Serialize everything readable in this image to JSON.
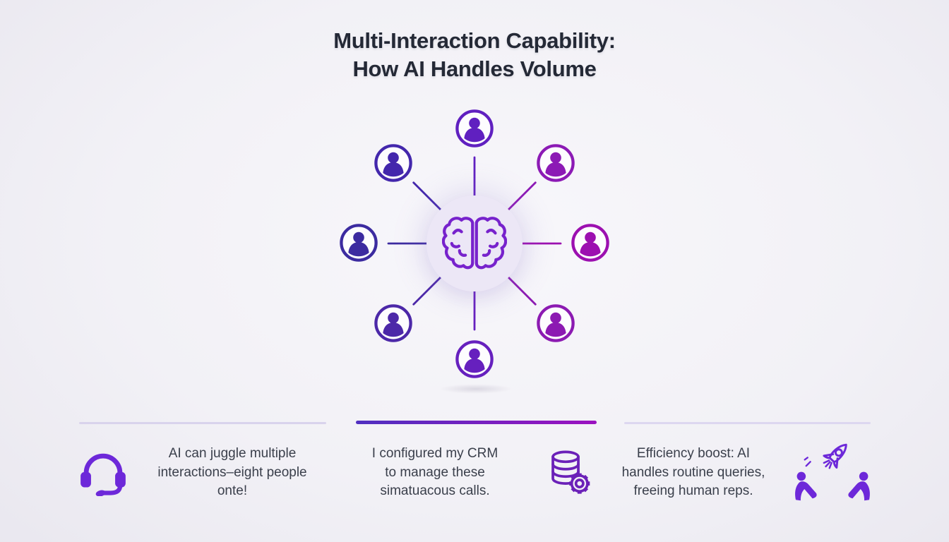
{
  "title": {
    "line1": "Multi-Interaction Capability:",
    "line2": "How AI Handles Volume"
  },
  "network": {
    "center_icon": "brain-icon",
    "hub_fill": "#ece7f6",
    "brain_color": "#7722cc",
    "nodes": [
      {
        "id": "caller-top",
        "icon": "person-icon",
        "color": "#6020c0"
      },
      {
        "id": "caller-top-right",
        "icon": "person-icon",
        "color": "#8c1ab5"
      },
      {
        "id": "caller-right",
        "icon": "person-icon",
        "color": "#9c10b0"
      },
      {
        "id": "caller-bottom-right",
        "icon": "person-icon",
        "color": "#8c1ab2"
      },
      {
        "id": "caller-bottom",
        "icon": "person-icon",
        "color": "#6620be"
      },
      {
        "id": "caller-bottom-left",
        "icon": "person-icon",
        "color": "#4c28a8"
      },
      {
        "id": "caller-left",
        "icon": "person-icon",
        "color": "#3c2ba0"
      },
      {
        "id": "caller-top-left",
        "icon": "person-icon",
        "color": "#4327ac"
      }
    ]
  },
  "footer": {
    "items": [
      {
        "icon": "headset-icon",
        "lines": [
          "AI can juggle multiple",
          "interactions–eight people",
          "onte!"
        ]
      },
      {
        "icon": "database-gear-icon",
        "lines": [
          "I configured my CRM",
          "to manage these",
          "simatuacous calls."
        ]
      },
      {
        "icon": "rocket-relaxing-people-icon",
        "lines": [
          "Efficiency boost: AI",
          "handles routine queries,",
          "freeing human reps."
        ]
      }
    ]
  },
  "colors": {
    "background": "#f2f1f6",
    "title_text": "#242936",
    "body_text": "#3a3f4b",
    "accent_purple": "#6d28d9",
    "accent_magenta": "#9b12c0",
    "divider_light": "#d9d3ec",
    "divider_gradient_start": "#4f2fc0",
    "divider_gradient_end": "#9b12c0"
  }
}
